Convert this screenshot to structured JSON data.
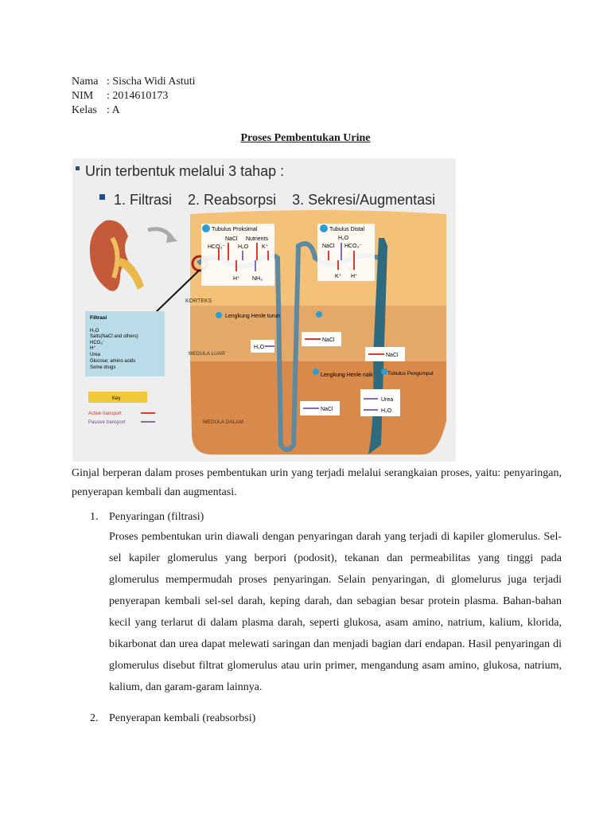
{
  "header": {
    "name_label": "Nama",
    "name_value": ": Sischa Widi Astuti",
    "nim_label": "NIM",
    "nim_value": ": 2014610173",
    "kelas_label": "Kelas",
    "kelas_value": ": A"
  },
  "title": "Proses Pembentukan Urine",
  "figure": {
    "heading": "Urin terbentuk melalui 3 tahap :",
    "stages": "1. Filtrasi    2. Reabsorpsi    3. Sekresi/Augmentasi",
    "tubulus_proksimal": "Tubulus Proksimal",
    "tubulus_distal": "Tubulus Distal",
    "nacl": "NaCl",
    "nutrients": "Nutrients",
    "hco3": "HCO₃⁻",
    "h2o": "H₂O",
    "k": "K⁺",
    "h": "H⁺",
    "nh3": "NH₃",
    "korteks": "KORTEKS",
    "lengkung_turun": "Lengkung Henle turun",
    "lengkung_naik": "Lengkung Henle naik",
    "medula_luar": "MEDULA LUAR",
    "medula_dalam": "MEDULA DALAM",
    "tubulus_pengumpul": "Tubulus Pengumpul",
    "urea": "Urea",
    "filtrasi_title": "Filtrasi",
    "filtrasi_items": [
      "H₂O",
      "Salts(NaCl and others)",
      "HCO₃⁻",
      "H⁺",
      "Urea",
      "Glucose; amino acids",
      "Some drugs"
    ],
    "key": "Key",
    "active": "Active transport",
    "passive": "Passive transport"
  },
  "intro": "Ginjal berperan dalam proses pembentukan urin yang terjadi melalui serangkaian proses, yaitu: penyaringan, penyerapan kembali dan augmentasi.",
  "items": [
    {
      "num": "1.",
      "title": "Penyaringan (filtrasi)",
      "body": "Proses pembentukan urin diawali dengan penyaringan darah yang terjadi di kapiler glomerulus. Sel-sel kapiler glomerulus yang berpori (podosit), tekanan dan permeabilitas yang tinggi pada glomerulus mempermudah proses penyaringan. Selain penyaringan, di glomelurus juga terjadi penyerapan kembali sel-sel darah, keping darah, dan sebagian besar protein plasma. Bahan-bahan kecil yang terlarut di dalam plasma darah, seperti glukosa, asam amino, natrium, kalium, klorida, bikarbonat dan urea dapat melewati saringan dan menjadi bagian dari endapan. Hasil penyaringan di glomerulus disebut filtrat glomerulus atau urin primer, mengandung asam amino, glukosa, natrium, kalium, dan garam-garam lainnya."
    },
    {
      "num": "2.",
      "title": "Penyerapan kembali (reabsorbsi)"
    }
  ]
}
